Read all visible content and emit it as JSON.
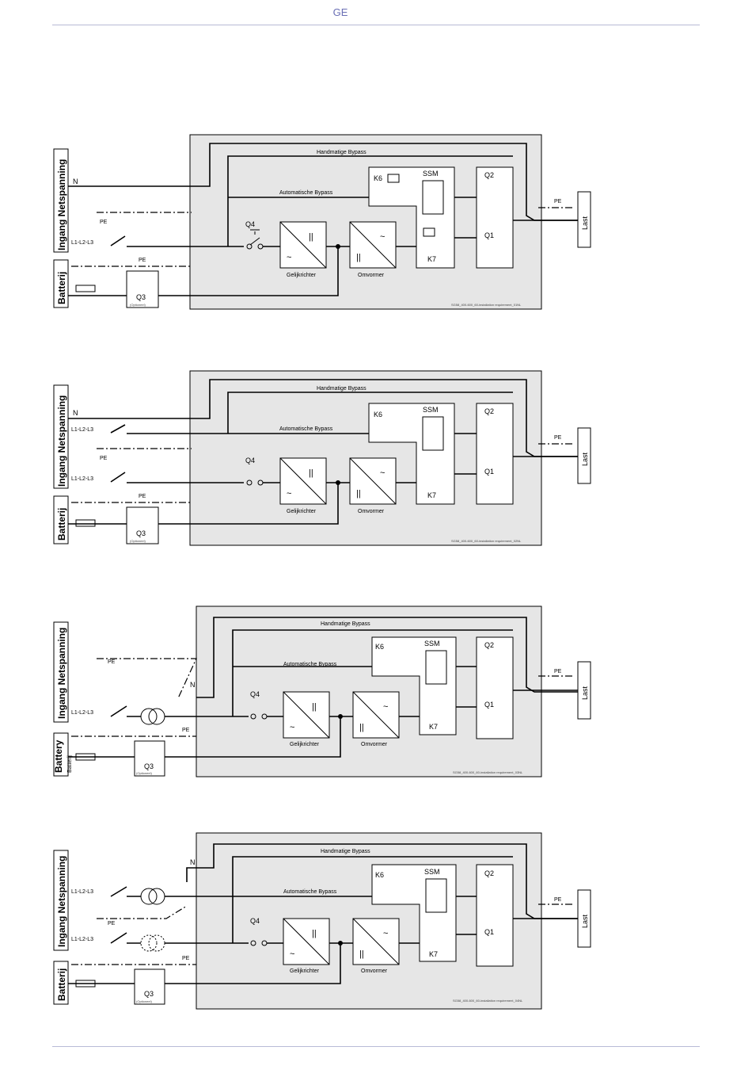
{
  "header": {
    "brand": "GE"
  },
  "common": {
    "manual_bypass": "Handmatige Bypass",
    "auto_bypass": "Automatische Bypass",
    "rectifier": "Gelijkrichter",
    "inverter": "Omvormer",
    "k6": "K6",
    "k7": "K7",
    "ssm": "SSM",
    "q1": "Q1",
    "q2": "Q2",
    "q3": "Q3",
    "q4": "Q4",
    "optional": "(Optioneel)",
    "load": "Last",
    "pe": "PE",
    "n": "N",
    "phases": "L1-L2-L3",
    "mains_input": "Ingang Netspanning"
  },
  "diagrams": [
    {
      "battery_label": "Batterij",
      "ref": "SG58_400-600_60-installation requirement_01NL"
    },
    {
      "battery_label": "Batterij",
      "ref": "SG58_400-600_60-installation requirement_02NL"
    },
    {
      "battery_label": "Battery",
      "battery_label_2": "Batterij",
      "ref": "SG58_400-600_60-installation requirement_03NL"
    },
    {
      "battery_label": "Batterij",
      "ref": "SG58_400-600_60-installation requirement_04NL"
    }
  ]
}
